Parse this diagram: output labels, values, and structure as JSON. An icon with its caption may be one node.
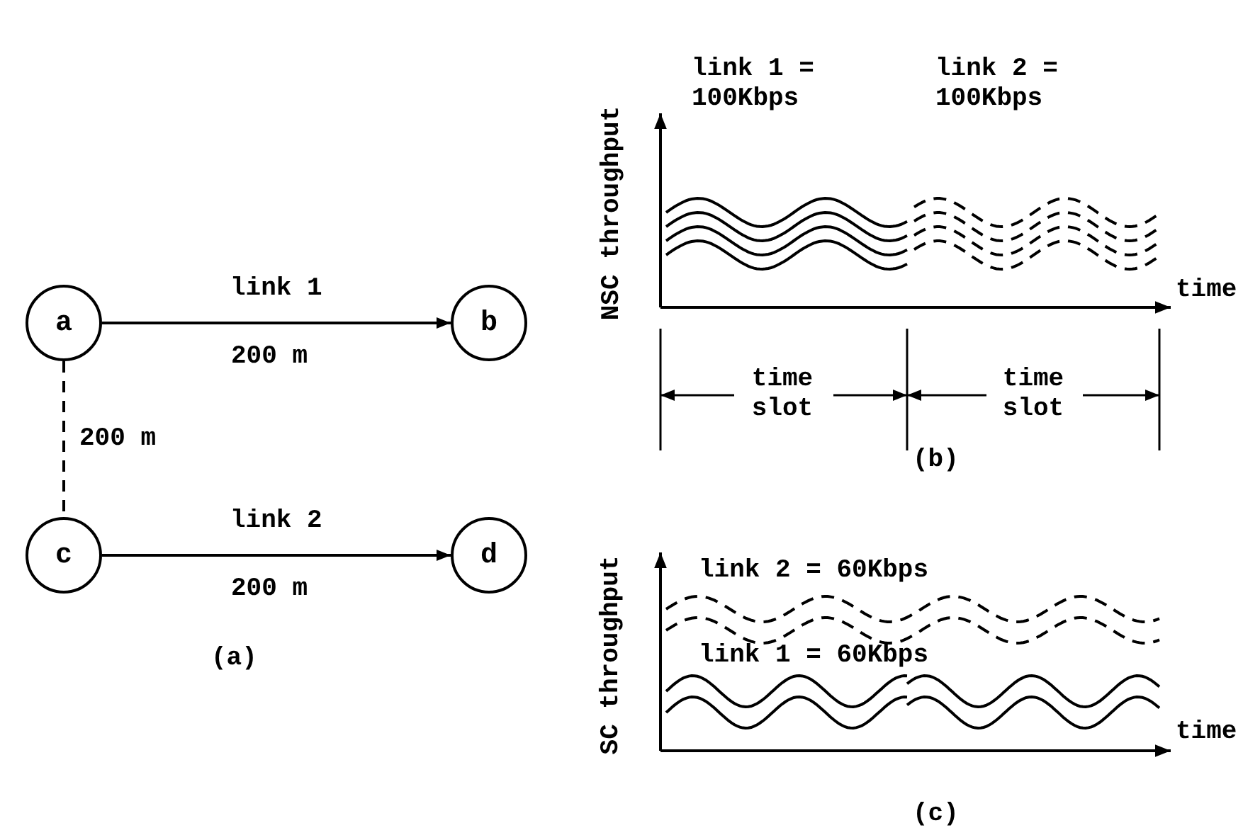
{
  "diagram": {
    "nodes": [
      {
        "text": [
          "a"
        ]
      },
      {
        "text": [
          "b"
        ]
      },
      {
        "text": [
          "c"
        ]
      },
      {
        "text": [
          "d"
        ]
      }
    ],
    "edges": [
      {
        "from": 0,
        "to": 1,
        "arrow": "to",
        "label": "link 1"
      },
      {
        "from": 0,
        "to": 2,
        "arrow": "none",
        "style": "dashed",
        "label": "200 m"
      },
      {
        "from": 2,
        "to": 3,
        "arrow": "to",
        "label": "link 2"
      }
    ],
    "labels": [
      "200 m",
      "200 m",
      "(a)",
      "NSC throughput",
      "link 1 = 100Kbps",
      "link 2 = 100Kbps",
      "time",
      "time slot",
      "time slot",
      "(b)",
      "SC throughput",
      "link 2 = 60Kbps",
      "link 1 = 60Kbps",
      "time",
      "(c)"
    ]
  }
}
